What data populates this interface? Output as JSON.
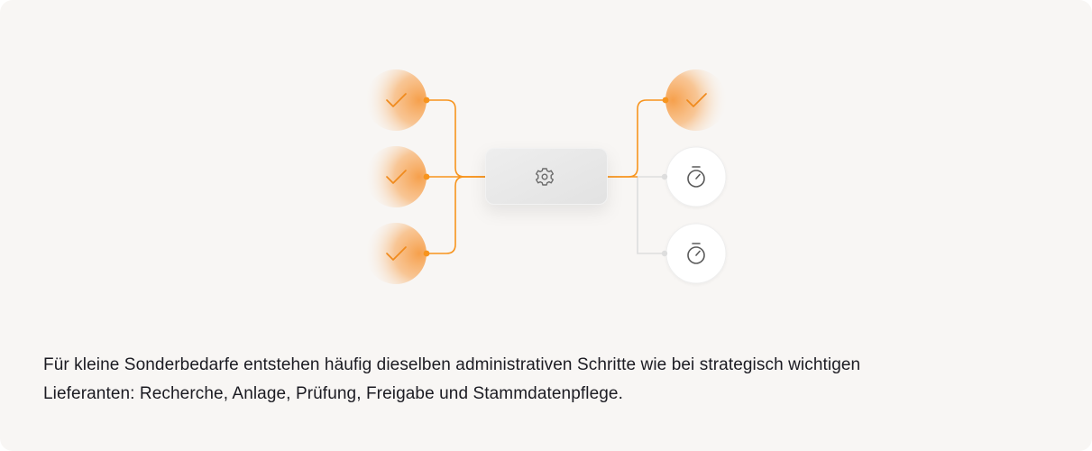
{
  "description": "Für kleine Sonderbedarfe entstehen häufig dieselben administrativen Schritte wie bei strategisch wichtigen Lieferanten: Recherche, Anlage, Prüfung, Freigabe und Stammdatenpflege.",
  "colors": {
    "background": "#f8f6f4",
    "accent": "#f7941d",
    "pending_line": "#dddddd",
    "text": "#1b1b22"
  },
  "diagram": {
    "hub_icon": "gear-icon",
    "inputs": [
      {
        "status": "done",
        "icon": "checkmark-icon"
      },
      {
        "status": "done",
        "icon": "checkmark-icon"
      },
      {
        "status": "done",
        "icon": "checkmark-icon"
      }
    ],
    "outputs": [
      {
        "status": "done",
        "icon": "checkmark-icon"
      },
      {
        "status": "pending",
        "icon": "stopwatch-icon"
      },
      {
        "status": "pending",
        "icon": "stopwatch-icon"
      }
    ]
  }
}
